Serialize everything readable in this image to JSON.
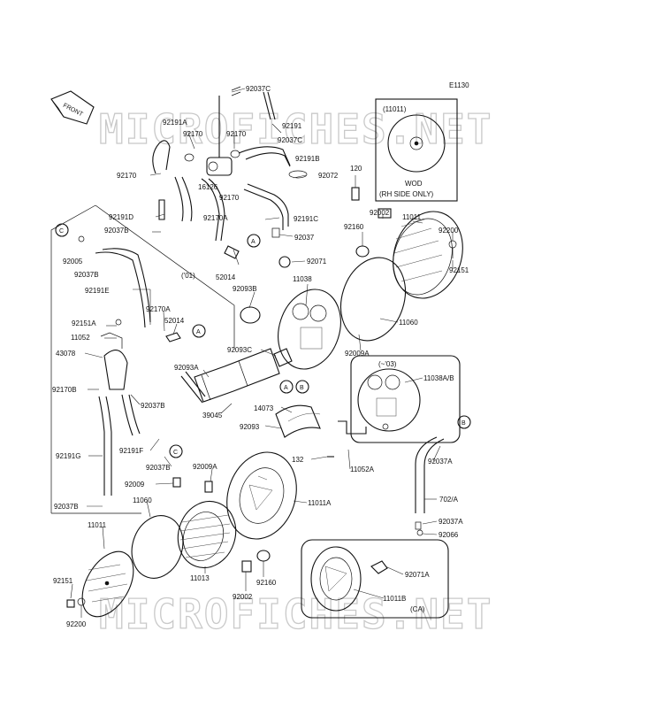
{
  "diagram_code": "E1130",
  "front_label": "FRONT",
  "watermark": "MICROFICHES.NET",
  "inset_wod": {
    "ref": "(11011)",
    "line1": "WOD",
    "line2": "(RH SIDE ONLY)"
  },
  "inset_03": "(~'03)",
  "inset_01": "('01)",
  "inset_ca": "(CA)",
  "callouts": [
    "A",
    "B",
    "C"
  ],
  "parts": {
    "p92037C_top": "92037C",
    "p92191A": "92191A",
    "p92170_a": "92170",
    "p92170_b": "92170",
    "p92191": "92191",
    "p92037C_mid": "92037C",
    "p92191B": "92191B",
    "p92170_c": "92170",
    "p92072": "92072",
    "p16126": "16126",
    "p92170_d": "92170",
    "p120": "120",
    "p92191D": "92191D",
    "p92170A_top": "92170A",
    "p92191C": "92191C",
    "p92037B_top": "92037B",
    "p92037": "92037",
    "p92002_top": "92002",
    "p11011_top": "11011",
    "p92160_top": "92160",
    "p92200_top": "92200",
    "p92005": "92005",
    "p92037B_a": "92037B",
    "p92071": "92071",
    "p92151_top": "92151",
    "p52014_top": "52014",
    "p92191E": "92191E",
    "p92093B": "92093B",
    "p11038": "11038",
    "p92170A_mid": "92170A",
    "p52014_mid": "52014",
    "p92151A": "92151A",
    "p11060_top": "11060",
    "p11052": "11052",
    "p43078": "43078",
    "p92093C": "92093C",
    "p92009A_top": "92009A",
    "p92093A": "92093A",
    "p11038AB": "11038A/B",
    "p92170B": "92170B",
    "p92037B_b": "92037B",
    "p39045": "39045",
    "p14073": "14073",
    "p92093": "92093",
    "p92191G": "92191G",
    "p92191F": "92191F",
    "p92037A_mid": "92037A",
    "p132": "132",
    "p92037B_c": "92037B",
    "p11052A": "11052A",
    "p92009A_mid": "92009A",
    "p92009": "92009",
    "p702A": "702/A",
    "p11011A": "11011A",
    "p92037B_d": "92037B",
    "p11060_bot": "11060",
    "p92037A_bot": "92037A",
    "p11011_bot": "11011",
    "p92066": "92066",
    "p11013": "11013",
    "p92071A": "92071A",
    "p92151_bot": "92151",
    "p92002_bot": "92002",
    "p92160_bot": "92160",
    "p11011B": "11011B",
    "p92200_bot": "92200"
  }
}
